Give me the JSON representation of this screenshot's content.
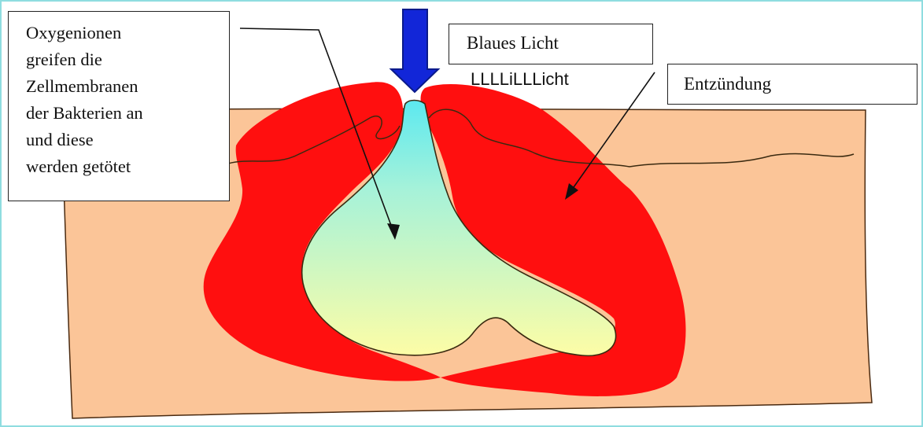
{
  "labels": {
    "left_lines": [
      "Oxygenionen",
      "greifen die",
      "Zellmembranen",
      "der Bakterien an",
      "und diese",
      "werden getötet"
    ],
    "blue_light": "Blaues Licht",
    "blue_light_subtext": "LLLLiLLLicht",
    "inflammation": "Entzündung"
  },
  "colors": {
    "skin": "#fbc598",
    "inflammation": "#ff0f0f",
    "arrow_blue": "#1226d8",
    "arrow_outline": "#0a1a8a",
    "pocket_top": "#5ce9f0",
    "pocket_bottom": "#fdfda6",
    "frame": "#8fdde0"
  }
}
